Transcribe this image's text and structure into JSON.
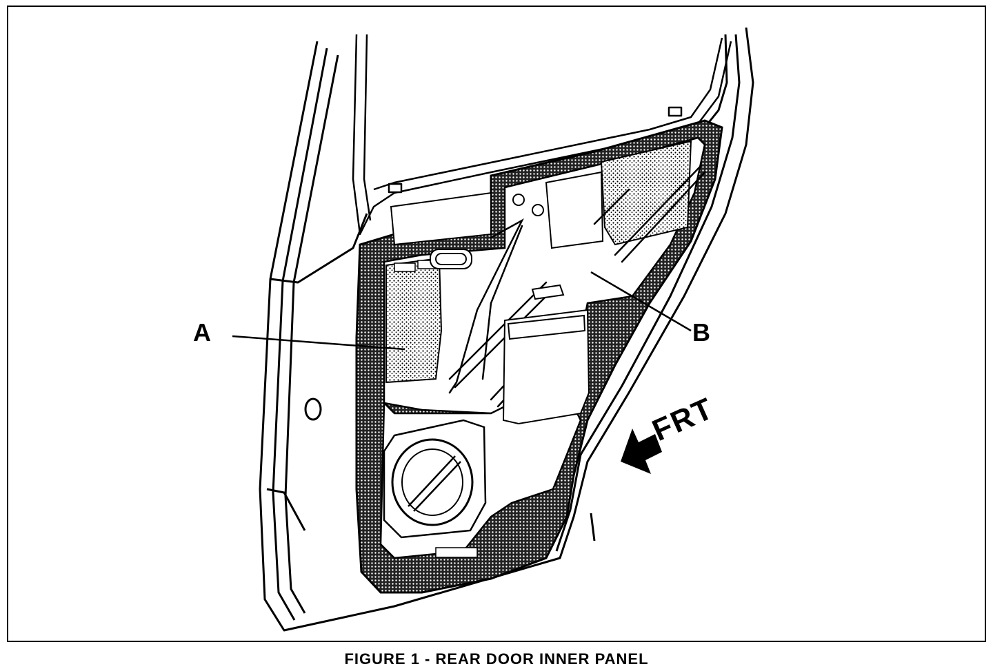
{
  "figure": {
    "caption": "FIGURE 1 - REAR DOOR INNER PANEL",
    "labels": {
      "a": "A",
      "b": "B",
      "front": "FRT"
    },
    "direction_icon": "arrow-left-icon"
  },
  "colors": {
    "ink": "#000000",
    "paper": "#ffffff",
    "foam": "#9a9a9a"
  }
}
